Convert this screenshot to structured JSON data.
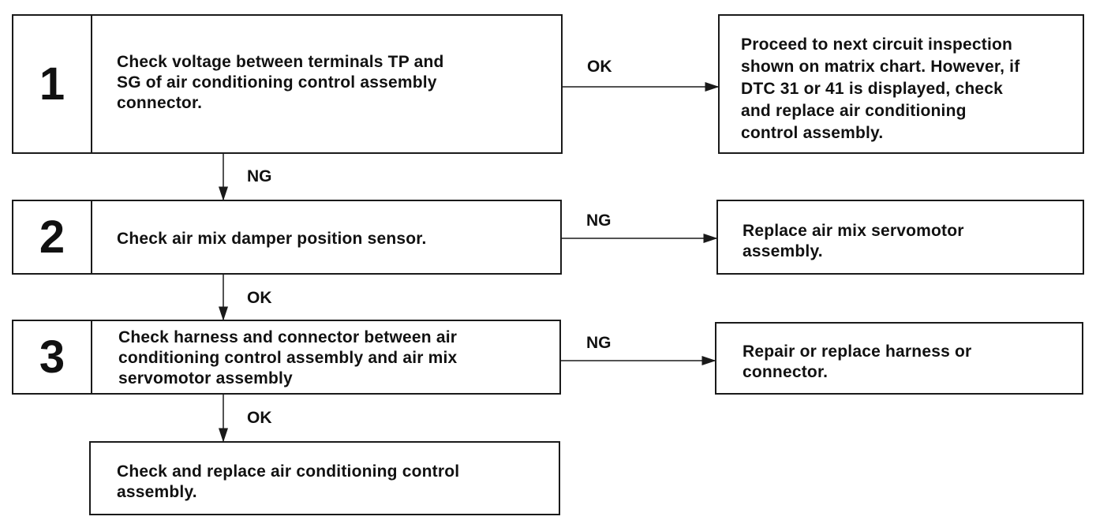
{
  "steps": [
    {
      "number": "1",
      "text": "Check voltage between terminals TP and\nSG of air conditioning control assembly\nconnector."
    },
    {
      "number": "2",
      "text": "Check air mix damper position sensor."
    },
    {
      "number": "3",
      "text": "Check harness and connector between air\nconditioning control assembly and air mix\nservomotor assembly"
    }
  ],
  "final_step": {
    "text": "Check and replace air conditioning control\nassembly."
  },
  "results": [
    {
      "text": "Proceed to next circuit inspection\nshown on matrix chart. However, if\nDTC 31 or 41 is displayed, check\nand replace air conditioning\ncontrol assembly."
    },
    {
      "text": "Replace air mix servomotor\nassembly."
    },
    {
      "text": "Repair or replace harness or\nconnector."
    }
  ],
  "branch_labels": {
    "step1_right": "OK",
    "step1_down": "NG",
    "step2_right": "NG",
    "step2_down": "OK",
    "step3_right": "NG",
    "step3_down": "OK"
  }
}
